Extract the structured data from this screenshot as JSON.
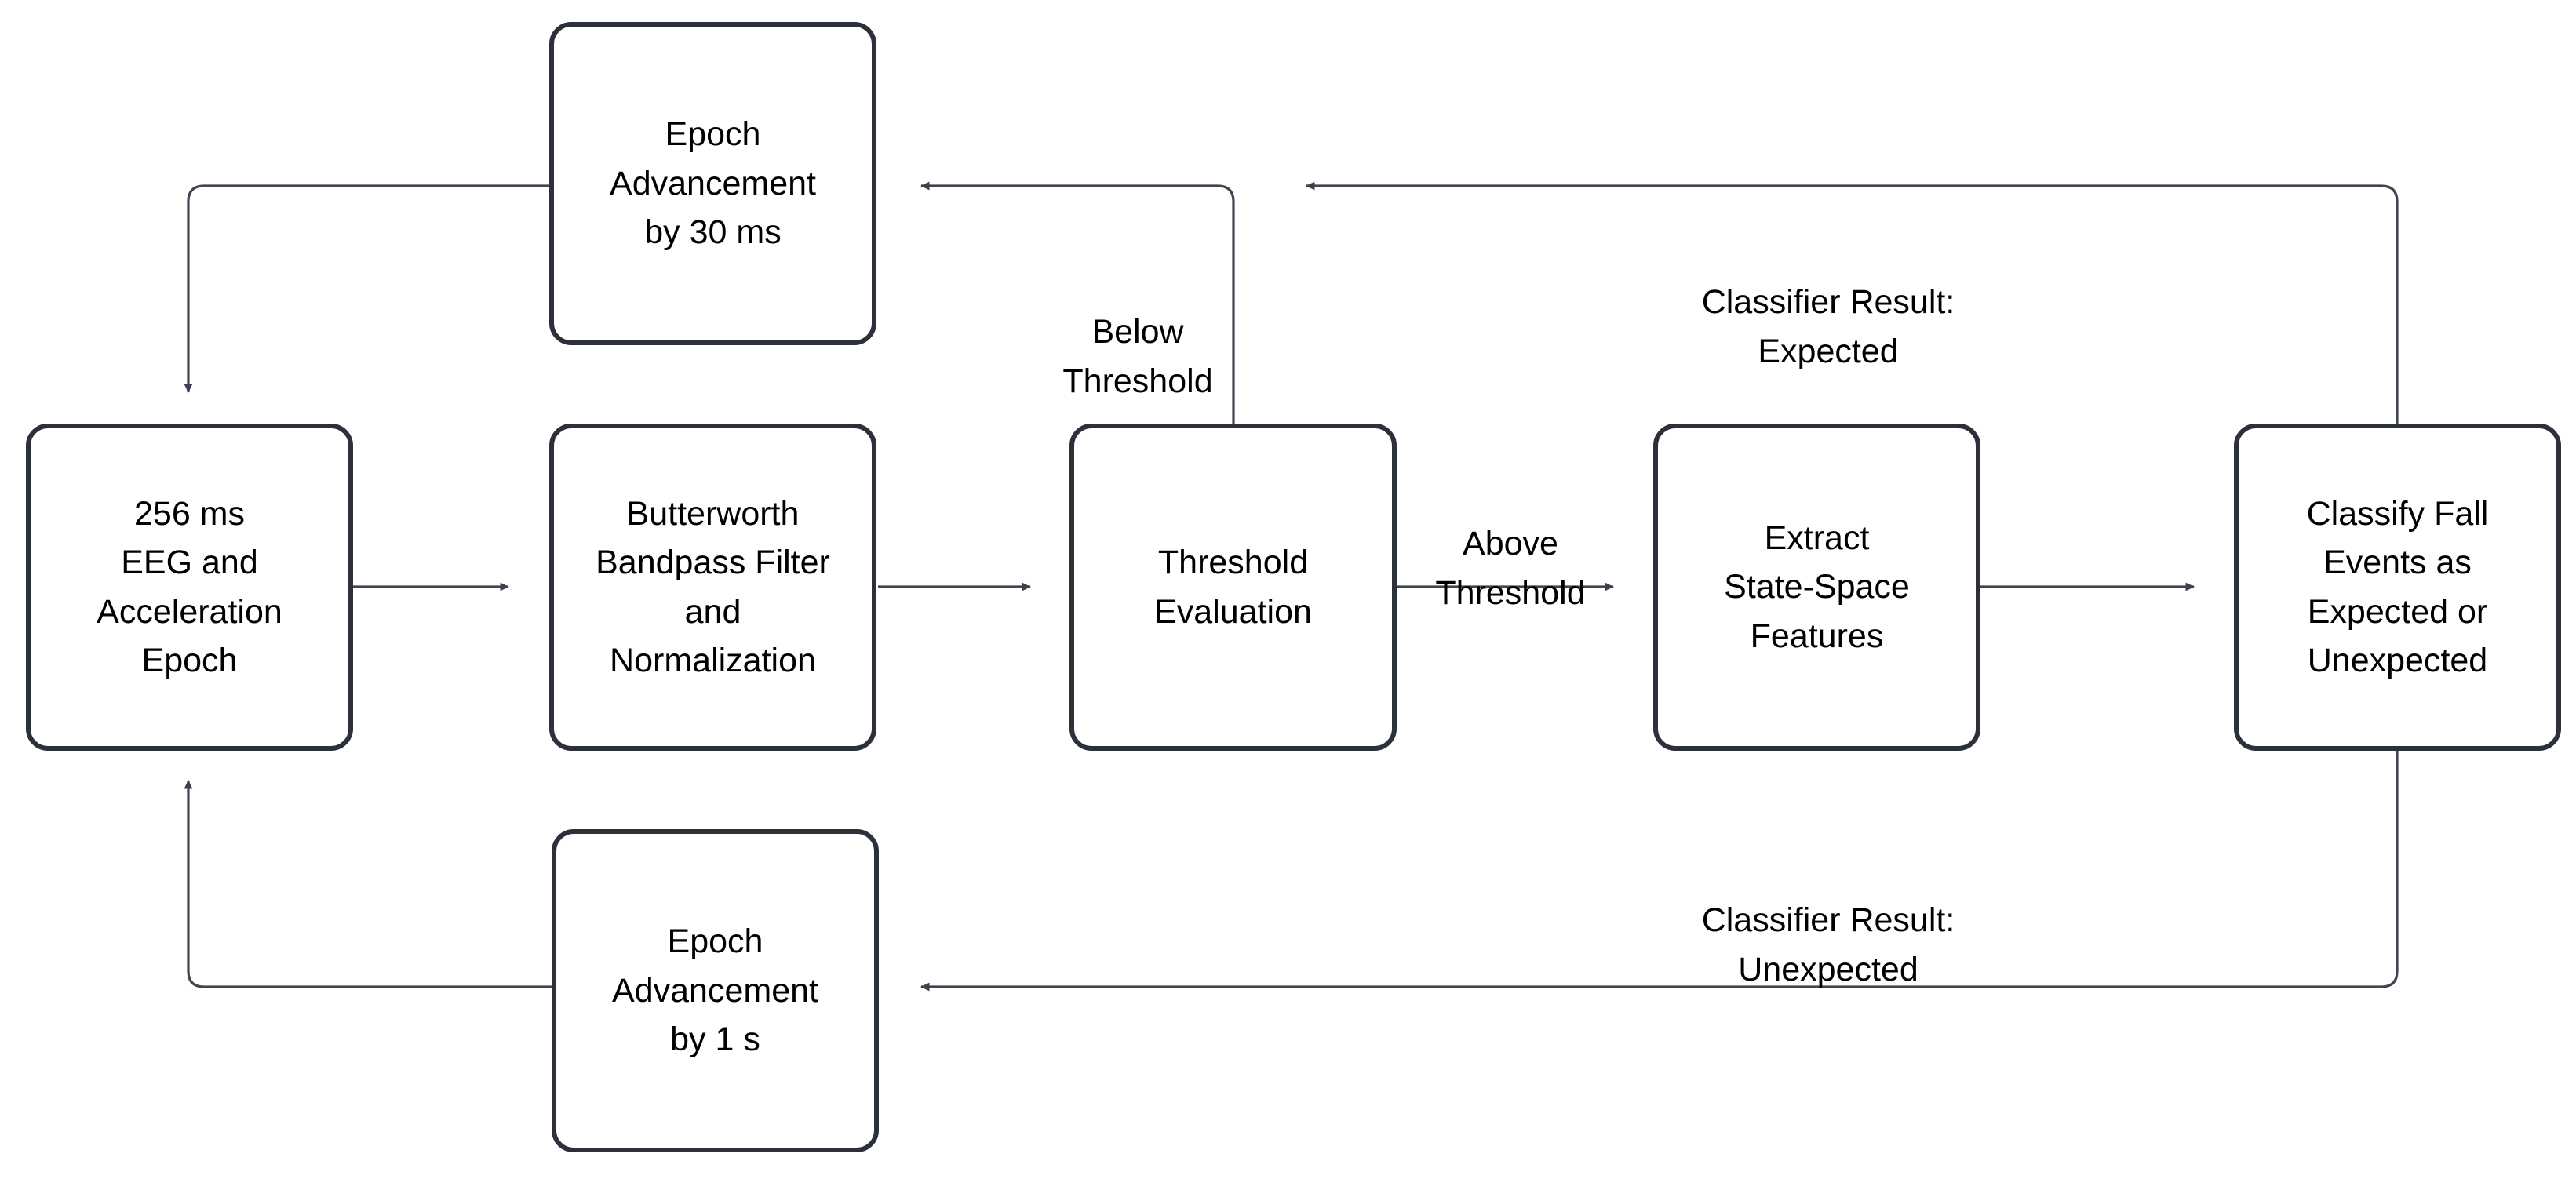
{
  "diagram": {
    "title": "EEG and Acceleration Fall-Detection Processing Pipeline",
    "colors": {
      "node_border": "#2b303b",
      "node_fill": "#ffffff",
      "edge_line": "#404650",
      "arrow_head": "#3a4250",
      "text": "#000000",
      "background": "#ffffff"
    },
    "nodes": [
      {
        "id": "epoch-advancement-30ms",
        "label": "Epoch\nAdvancement\nby 30 ms"
      },
      {
        "id": "eeg-acceleration-epoch",
        "label": "256 ms\nEEG and\nAcceleration\nEpoch"
      },
      {
        "id": "butterworth-filter",
        "label": "Butterworth\nBandpass Filter\nand\nNormalization"
      },
      {
        "id": "threshold-evaluation",
        "label": "Threshold\nEvaluation"
      },
      {
        "id": "extract-state-space-features",
        "label": "Extract\nState-Space\nFeatures"
      },
      {
        "id": "classify-fall-events",
        "label": "Classify Fall\nEvents as\nExpected or\nUnexpected"
      },
      {
        "id": "epoch-advancement-1s",
        "label": "Epoch\nAdvancement\nby 1 s"
      }
    ],
    "edge_labels": [
      {
        "id": "below-threshold",
        "label": "Below\nThreshold"
      },
      {
        "id": "above-threshold",
        "label": "Above\nThreshold"
      },
      {
        "id": "classifier-result-expected",
        "label": "Classifier Result:\nExpected"
      },
      {
        "id": "classifier-result-unexpected",
        "label": "Classifier Result:\nUnexpected"
      }
    ],
    "edges": [
      {
        "from": "eeg-acceleration-epoch",
        "to": "butterworth-filter",
        "label": ""
      },
      {
        "from": "butterworth-filter",
        "to": "threshold-evaluation",
        "label": ""
      },
      {
        "from": "threshold-evaluation",
        "to": "extract-state-space-features",
        "label": "Above Threshold"
      },
      {
        "from": "extract-state-space-features",
        "to": "classify-fall-events",
        "label": ""
      },
      {
        "from": "threshold-evaluation",
        "to": "epoch-advancement-30ms",
        "label": "Below Threshold"
      },
      {
        "from": "epoch-advancement-30ms",
        "to": "eeg-acceleration-epoch",
        "label": ""
      },
      {
        "from": "classify-fall-events",
        "to": "epoch-advancement-30ms",
        "label": "Classifier Result: Expected"
      },
      {
        "from": "classify-fall-events",
        "to": "epoch-advancement-1s",
        "label": "Classifier Result: Unexpected"
      },
      {
        "from": "epoch-advancement-1s",
        "to": "eeg-acceleration-epoch",
        "label": ""
      }
    ]
  }
}
